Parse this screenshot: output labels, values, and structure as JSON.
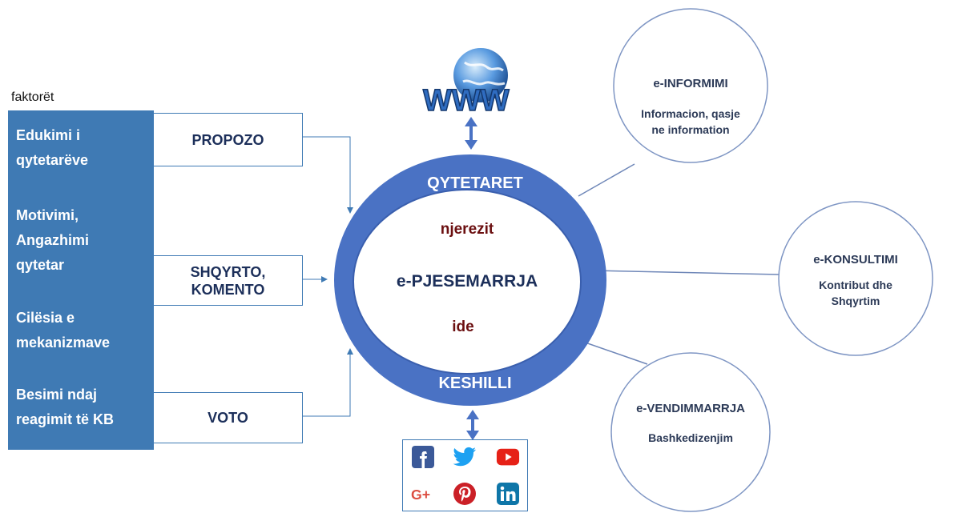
{
  "factors": {
    "label": "faktorët",
    "items": [
      "Edukimi i\nqytetarëve",
      "Motivimi,\nAngazhimi\nqytetar",
      "Cilësia e\nmekanizmave",
      "Besimi ndaj\nreagimit të KB"
    ]
  },
  "actions": [
    "PROPOZO",
    "SHQYRTO,\nKOMENTO",
    "VOTO"
  ],
  "center": {
    "top_ring": "QYTETARET",
    "bottom_ring": "KESHILLI",
    "people": "njerezit",
    "main": "e-PJESEMARRJA",
    "ideas": "ide"
  },
  "circles": [
    {
      "title": "e-INFORMIMI",
      "sub": "Informacion, qasje\nne information"
    },
    {
      "title": "e-KONSULTIMI",
      "sub": "Kontribut dhe\nShqyrtim"
    },
    {
      "title": "e-VENDIMMARRJA",
      "sub": "Bashkedizenjim"
    }
  ],
  "www_logo_text": "WWW",
  "social_icons": [
    "facebook-icon",
    "twitter-icon",
    "youtube-icon",
    "google-plus-icon",
    "pinterest-icon",
    "linkedin-icon"
  ],
  "colors": {
    "panel": "#3f7ab4",
    "ring": "#4a72c4",
    "dark_text": "#1c2f5a",
    "maroon_text": "#6b0f10"
  }
}
